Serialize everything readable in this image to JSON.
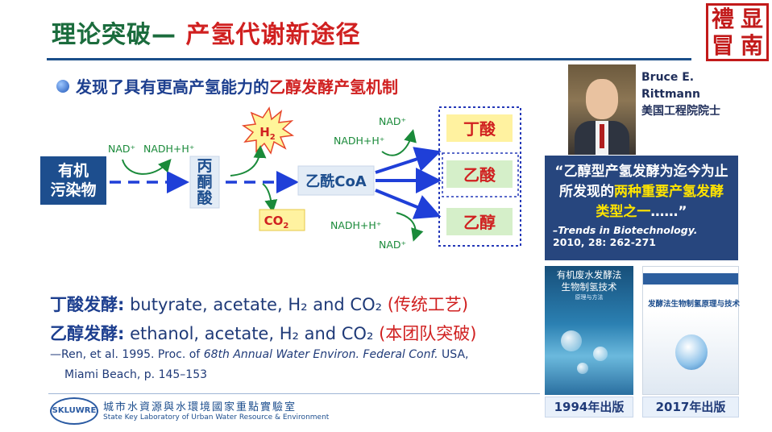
{
  "title": {
    "part1": "理论突破— ",
    "part2": "产氢代谢新途径"
  },
  "seal_chars": [
    "禮",
    "显",
    "冒",
    "南"
  ],
  "subtitle": {
    "part1": "发现了具有更高产氢能力的",
    "part2": "乙醇发酵产氢机制"
  },
  "diagram": {
    "source_line1": "有机",
    "source_line2": "污染物",
    "pyruvate": "丙酮酸",
    "acetyl_coa": "乙酰CoA",
    "h2": "H2",
    "co2": "CO2",
    "nad_plus": "NAD⁺",
    "nadh": "NADH+H⁺",
    "products": [
      "丁酸",
      "乙酸",
      "乙醇"
    ]
  },
  "person": {
    "line1": "Bruce E.",
    "line2": "Rittmann",
    "line3": "美国工程院院士"
  },
  "quote": {
    "text1": "“乙醇型产氢发酵为迄今为止所发现的",
    "highlight": "两种重要产氢发酵类型之一",
    "text2": "……”",
    "source": "–Trends in Biotechnology.",
    "source2": "2010, 28: 262-271"
  },
  "book1": {
    "title1": "有机废水发酵法",
    "title2": "生物制氢技术",
    "sub": "原理与方法"
  },
  "book2": {
    "title": "发酵法生物制氢原理与技术"
  },
  "years": [
    "1994年出版",
    "2017年出版"
  ],
  "fermentation": {
    "butyrate_label": "丁酸发酵:",
    "butyrate_products": " butyrate, acetate, H₂ and CO₂ ",
    "butyrate_note": "(传统工艺)",
    "ethanol_label": "乙醇发酵:",
    "ethanol_products": " ethanol, acetate, H₂ and CO₂ ",
    "ethanol_note": "(本团队突破)"
  },
  "reference": {
    "pre": "—Ren, et al. 1995. Proc. of ",
    "italic": "68th Annual Water Environ. Federal Conf.",
    "post": " USA,",
    "line2": "Miami Beach, p. 145–153"
  },
  "footer": {
    "logo": "SKLUWRE",
    "lab_cn": "城市水資源與水環境國家重點實驗室",
    "lab_en": "State Key Laboratory of Urban Water Resource & Environment"
  },
  "colors": {
    "accent_green": "#1b6c3d",
    "accent_red": "#d02020",
    "navy": "#1d3f8f",
    "quote_bg": "#27467e"
  }
}
